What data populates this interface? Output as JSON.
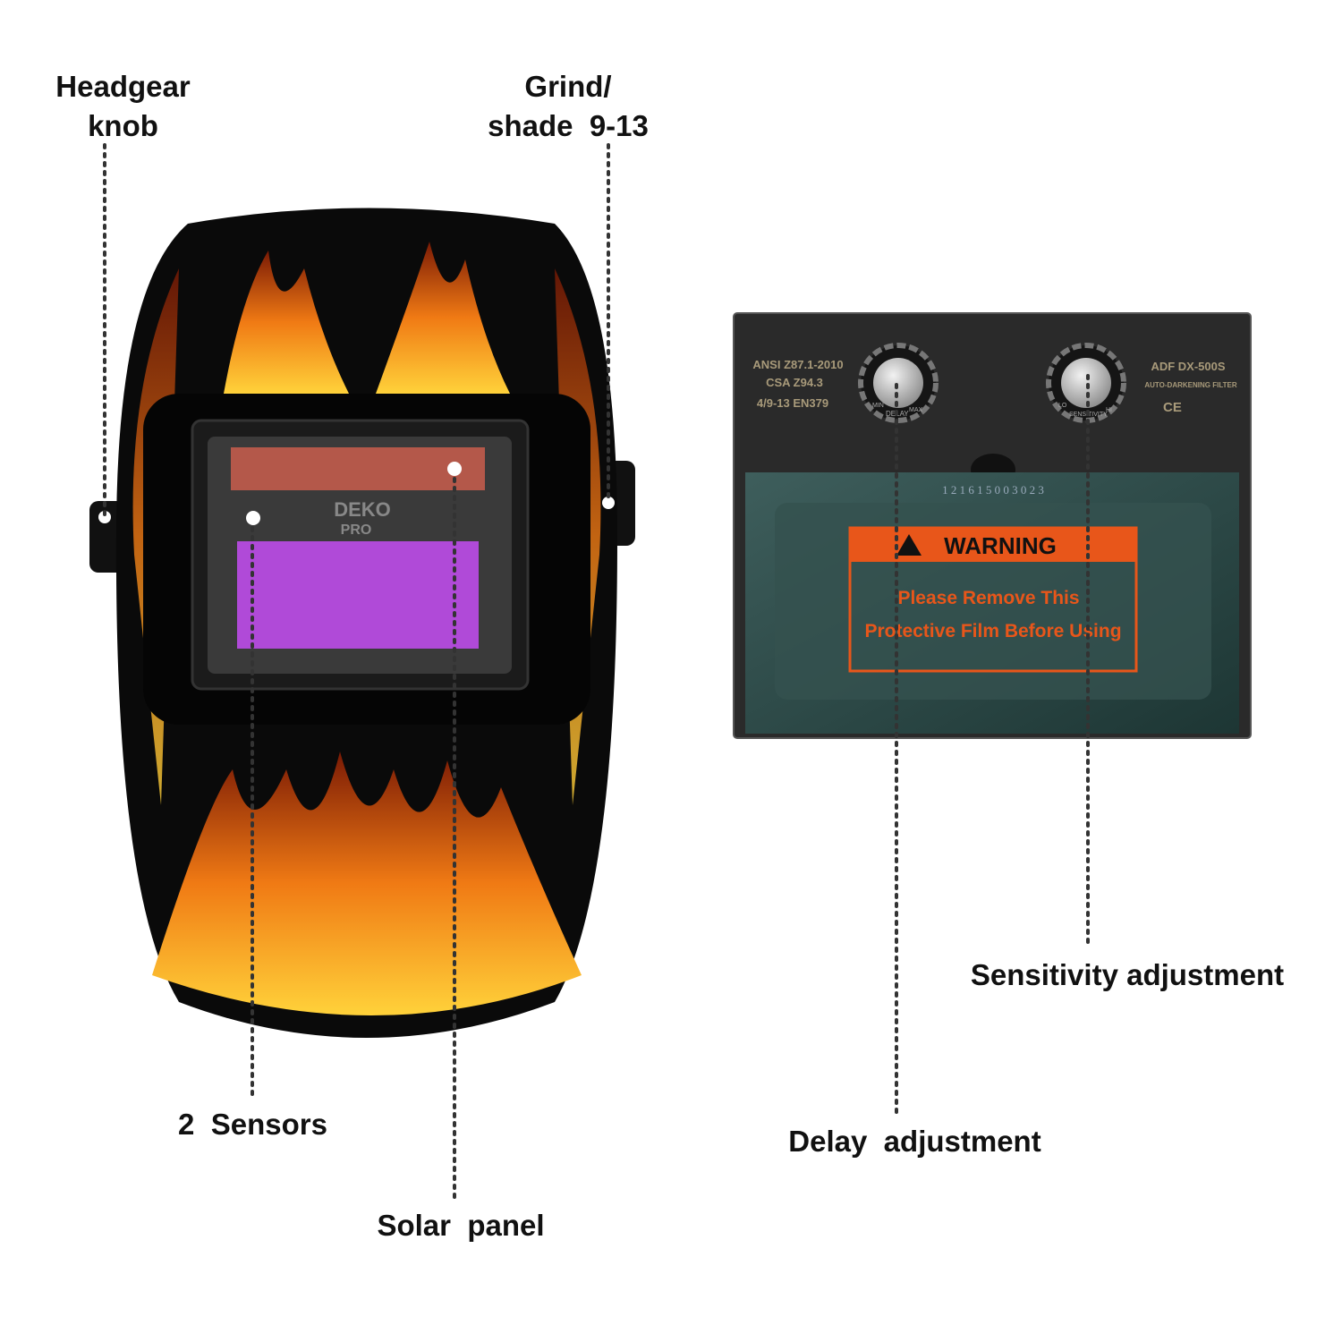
{
  "labels": {
    "headgear_knob": [
      "Headgear",
      "knob"
    ],
    "grind_shade": [
      "Grind/",
      "shade  9-13"
    ],
    "sensors": "2  Sensors",
    "solar_panel": "Solar  panel",
    "delay": "Delay  adjustment",
    "sensitivity": "Sensitivity adjustment"
  },
  "helmet": {
    "brand": "DEKO",
    "sub_brand": "PRO",
    "colors": {
      "shell": "#0a0a0a",
      "flame": "#f08a1a",
      "lens": "#b04ad8",
      "solar": "#b4584a"
    }
  },
  "filter": {
    "standards": [
      "ANSI Z87.1-2010",
      "CSA Z94.3",
      "4/9-13 EN379"
    ],
    "model": "ADF DX-500S",
    "model_sub": "AUTO-DARKENING FILTER",
    "marks": "CE",
    "delay_knob": {
      "min": "MIN",
      "label": "DELAY",
      "max": "MAX"
    },
    "sensitivity_knob": {
      "lo": "LO",
      "label": "SENSITIVITY",
      "hi": "HI"
    },
    "serial": "1 2 1 6 1 5 0 0 3 0 2 3",
    "warning_title": "WARNING",
    "warning_lines": [
      "Please Remove This",
      "Protective Film Before Using"
    ],
    "colors": {
      "warning": "#e8561a",
      "glass": "#2c4a48"
    }
  }
}
